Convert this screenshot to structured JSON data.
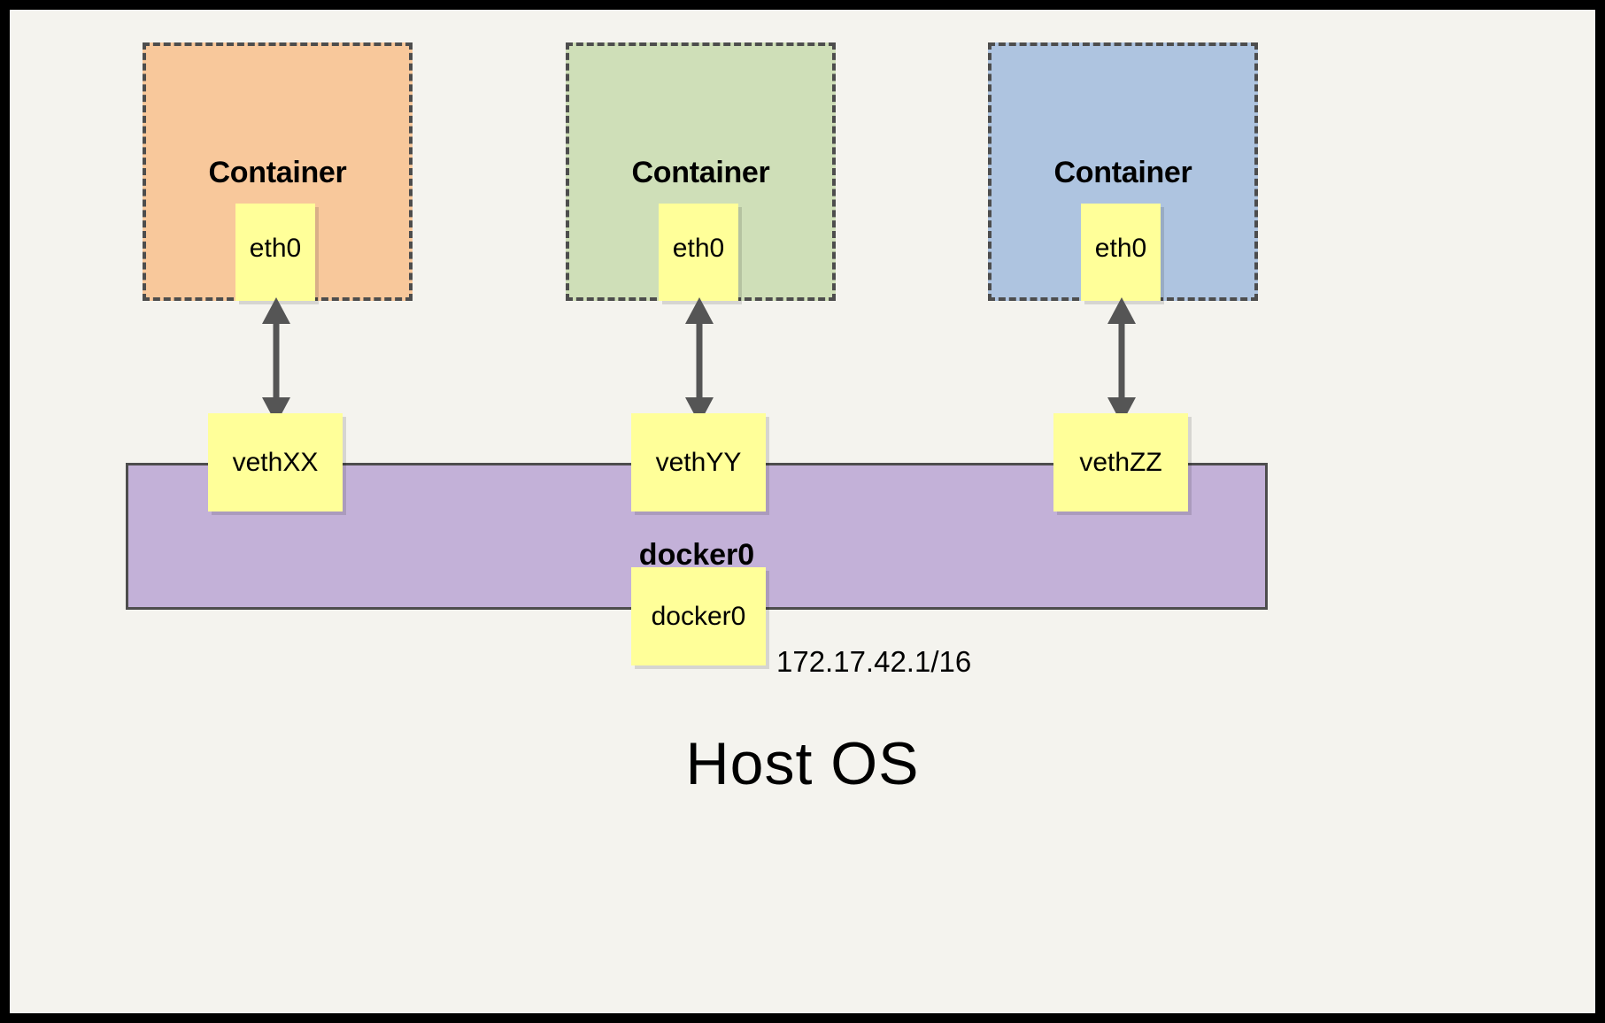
{
  "diagram": {
    "title_bottom": "Host OS",
    "frame_background": "#f4f3ee",
    "frame_border_color": "#000000"
  },
  "containers": [
    {
      "label": "Container",
      "fill": "#f8c89b",
      "border_style": "dashed",
      "border_color": "#4d4d4d",
      "interface": {
        "label": "eth0",
        "fill": "#ffff99"
      }
    },
    {
      "label": "Container",
      "fill": "#cfdfb8",
      "border_style": "dashed",
      "border_color": "#4d4d4d",
      "interface": {
        "label": "eth0",
        "fill": "#ffff99"
      }
    },
    {
      "label": "Container",
      "fill": "#aec4e0",
      "border_style": "dashed",
      "border_color": "#4d4d4d",
      "interface": {
        "label": "eth0",
        "fill": "#ffff99"
      }
    }
  ],
  "veth_pairs": [
    {
      "label": "vethXX",
      "fill": "#ffff99"
    },
    {
      "label": "vethYY",
      "fill": "#ffff99"
    },
    {
      "label": "vethZZ",
      "fill": "#ffff99"
    }
  ],
  "bridge": {
    "label": "docker0",
    "fill": "#c3b1d8",
    "border_color": "#4d4d4d",
    "port": {
      "label": "docker0",
      "fill": "#ffff99"
    },
    "ip_address": "172.17.42.1/16"
  },
  "arrows": {
    "color": "#555555",
    "style": "double-headed-vertical",
    "count": 3
  }
}
